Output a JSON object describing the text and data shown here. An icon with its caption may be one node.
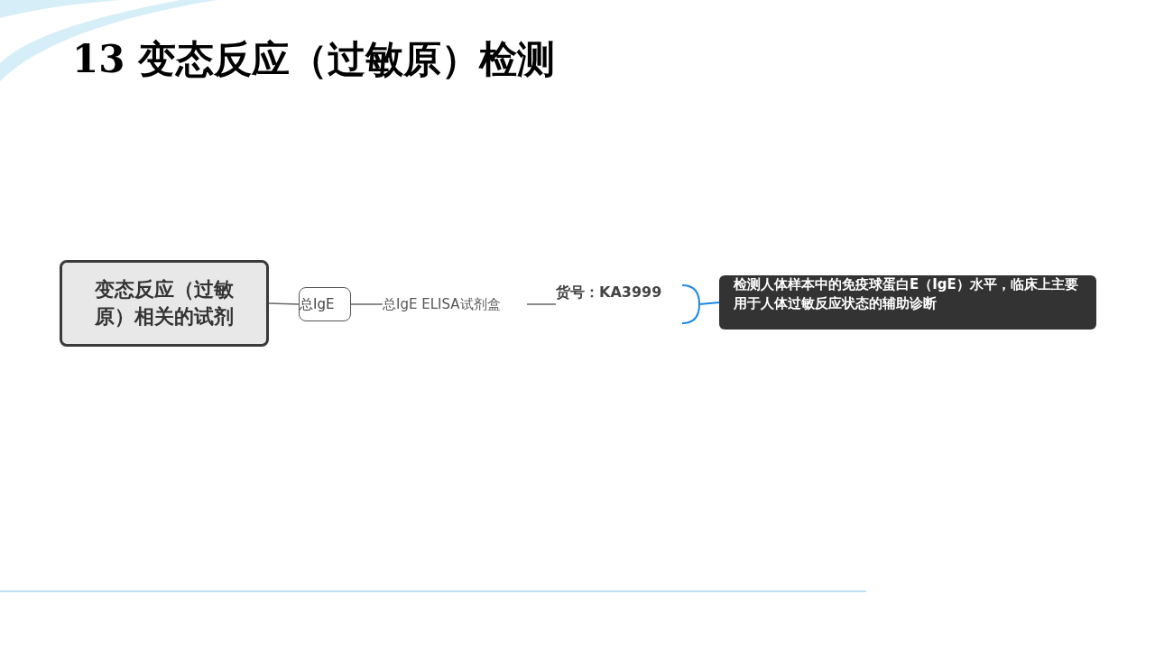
{
  "diagram": {
    "title": "13 变态反应（过敏原）检测",
    "nodes": [
      {
        "text": [
          "变态反应（过敏原）相关的试剂"
        ]
      },
      {
        "text": [
          "总IgE"
        ]
      },
      {
        "text": [
          "总IgE ELISA试剂盒"
        ]
      },
      {
        "text": [
          "货号：KA3999"
        ]
      },
      {
        "text": [
          "检测人体样本中的免疫球蛋白E（IgE）水平，临床上主要用于人体过敏反应状态的辅助诊断"
        ]
      }
    ],
    "edges": [
      {
        "from": 0,
        "to": 1,
        "arrow": "none"
      },
      {
        "from": 1,
        "to": 2,
        "arrow": "none"
      },
      {
        "from": 2,
        "to": 3,
        "arrow": "none"
      },
      {
        "from": 3,
        "to": 4,
        "arrow": "none",
        "color": "#1e88e5"
      }
    ]
  }
}
